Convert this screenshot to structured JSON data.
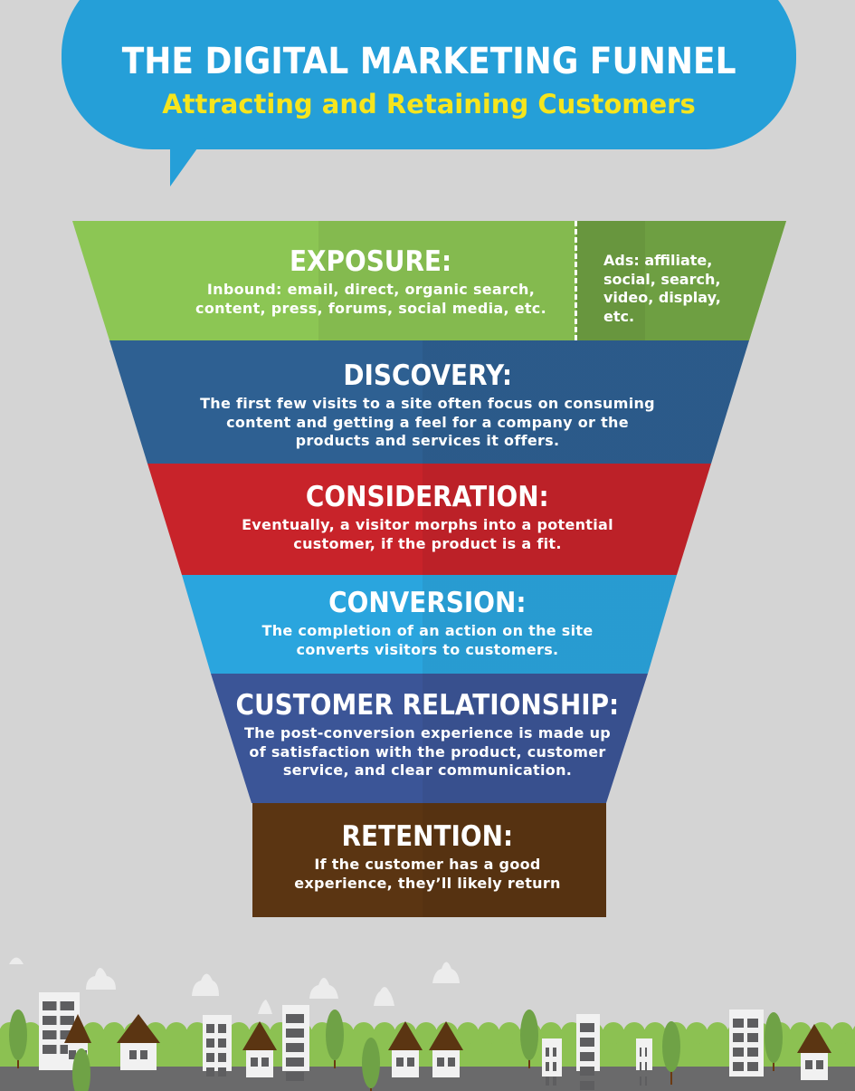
{
  "header": {
    "title": "THE DIGITAL MARKETING FUNNEL",
    "subtitle": "Attracting and Retaining Customers"
  },
  "funnel": {
    "exposure": {
      "title": "EXPOSURE:",
      "description": "Inbound: email, direct, organic search, content, press, forums, social media, etc.",
      "ads": "Ads: affiliate, social, search, video, display, etc."
    },
    "discovery": {
      "title": "DISCOVERY:",
      "description": "The first few visits to a site often focus on consuming content and getting a feel for a company or the products and services it offers."
    },
    "consideration": {
      "title": "CONSIDERATION:",
      "description": "Eventually, a visitor morphs into a potential customer, if the product is a fit."
    },
    "conversion": {
      "title": "CONVERSION:",
      "description": "The completion of an action on the site converts visitors to customers."
    },
    "customer_relationship": {
      "title": "CUSTOMER RELATIONSHIP:",
      "description": "The post-conversion experience is made up of satisfaction with the product, customer service, and clear communication."
    },
    "retention": {
      "title": "RETENTION:",
      "description": "If the customer has a good experience, they’ll likely return"
    }
  },
  "colors": {
    "header": "#259fd8",
    "subtitle": "#f6e51d",
    "exposure": "#8cc654",
    "exposure_ads": "#6e9f42",
    "discovery": "#2e6092",
    "consideration": "#c8232a",
    "conversion": "#2aa5de",
    "customer_relationship": "#3b5597",
    "retention": "#5b3512"
  }
}
